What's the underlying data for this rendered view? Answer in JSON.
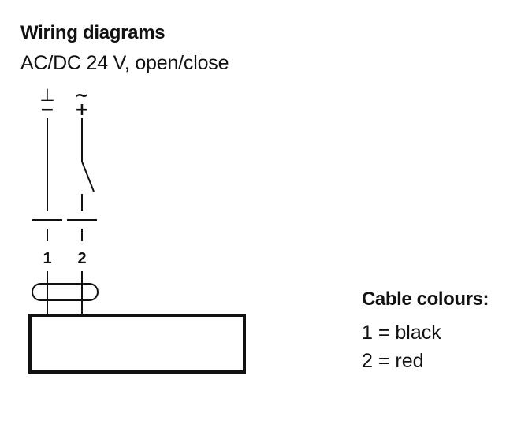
{
  "header": {
    "title": "Wiring diagrams",
    "subtitle": "AC/DC 24 V, open/close"
  },
  "supply": {
    "ground_symbol": "⊥",
    "ground_sign": "−",
    "ac_symbol": "~",
    "positive_sign": "+"
  },
  "terminals": [
    {
      "number": "1"
    },
    {
      "number": "2"
    }
  ],
  "legend": {
    "title": "Cable colours:",
    "items": [
      {
        "label": "1 = black",
        "color": "#000000"
      },
      {
        "label": "2 = red",
        "color": "#cc0000"
      }
    ]
  }
}
